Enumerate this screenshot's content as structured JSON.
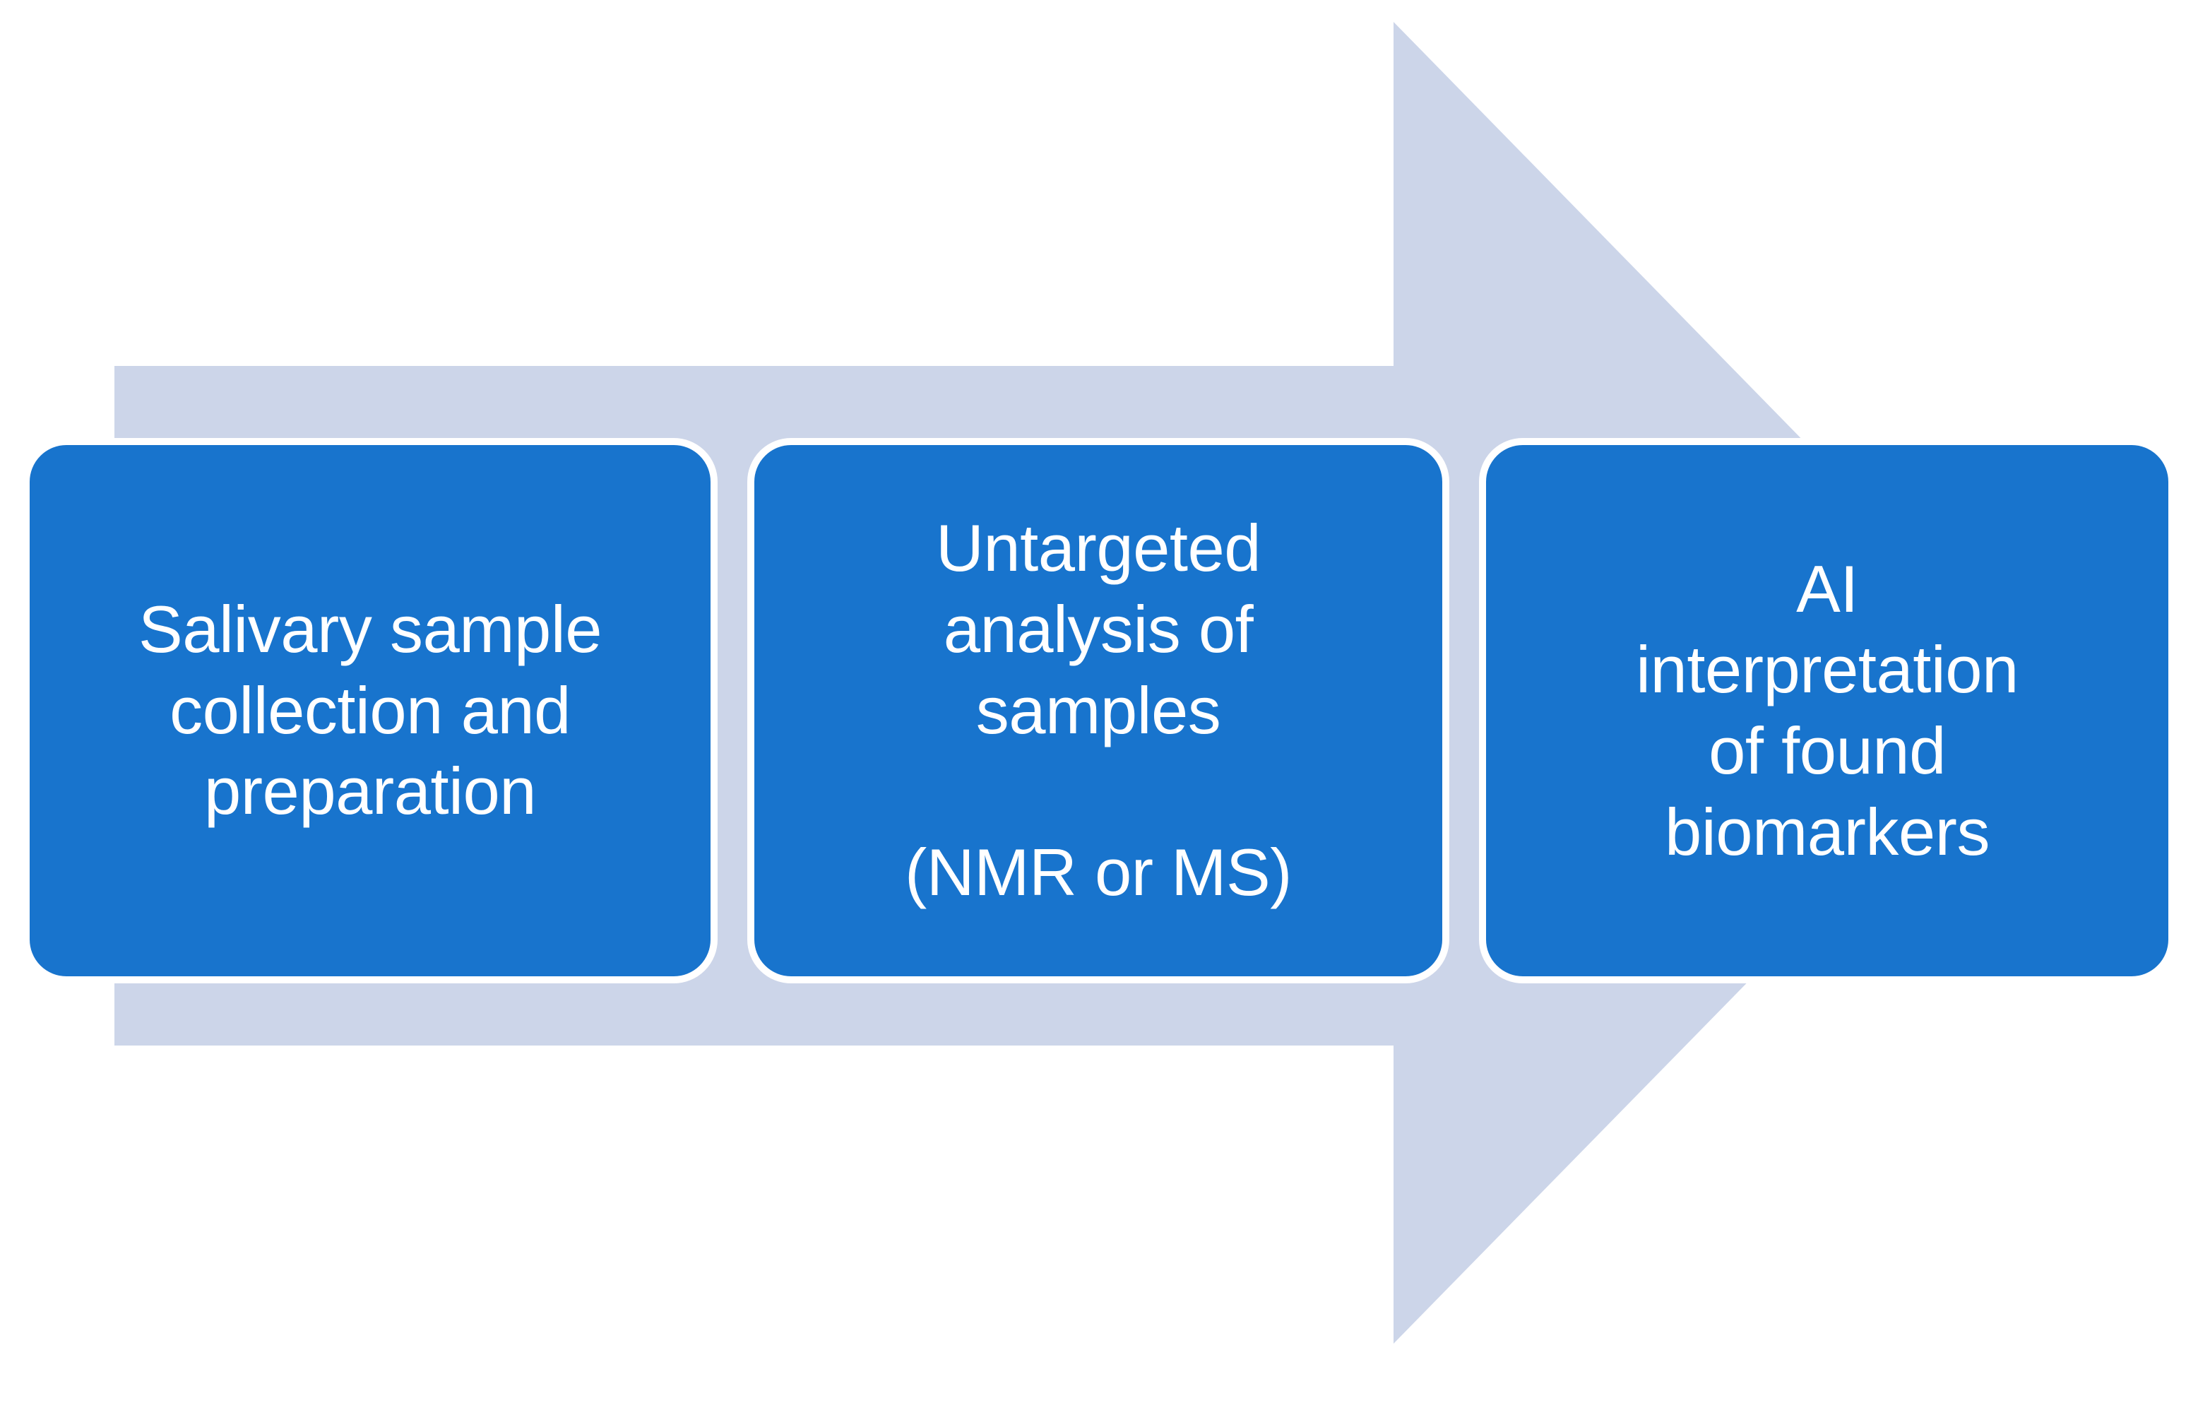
{
  "diagram": {
    "type": "process-arrow-flow",
    "orientation": "left-to-right",
    "background_color": "#ffffff",
    "arrow": {
      "name": "right-pointing-block-arrow",
      "fill_color": "#ccd5e9",
      "direction": "right"
    },
    "box_style": {
      "fill_color": "#1874cd",
      "border_color": "#ffffff",
      "text_color": "#ffffff",
      "shape": "rounded-rectangle"
    },
    "steps": [
      {
        "index": 1,
        "label": "Salivary sample collection and preparation",
        "display_text": "Salivary sample\ncollection and\npreparation"
      },
      {
        "index": 2,
        "label": "Untargeted analysis of samples (NMR or MS)",
        "display_text": "Untargeted\nanalysis of\nsamples\n\n(NMR or MS)"
      },
      {
        "index": 3,
        "label": "AI interpretation of found biomarkers",
        "display_text": "AI\ninterpretation\nof found\nbiomarkers"
      }
    ]
  }
}
